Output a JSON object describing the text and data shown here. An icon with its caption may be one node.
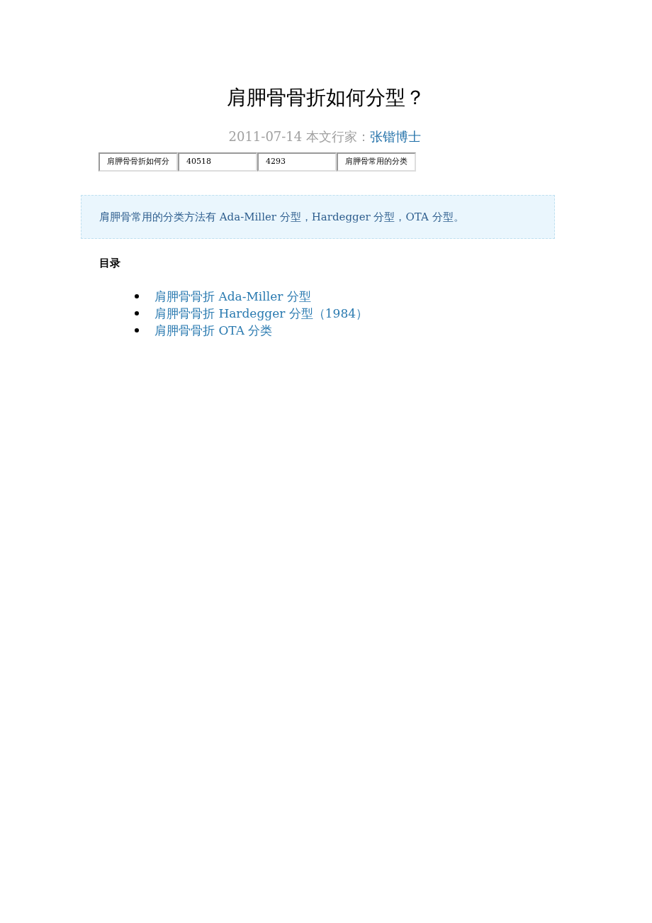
{
  "diagram": {
    "title": "肩胛骨骨折如何分型？",
    "nodes": [
      {
        "text": [
          "肩胛骨骨折如何分"
        ]
      },
      {
        "text": [
          "40518"
        ]
      },
      {
        "text": [
          "4293"
        ]
      },
      {
        "text": [
          "肩胛骨常用的分类"
        ]
      },
      {
        "text": [
          "肩胛骨常用的分类方法有 Ada-Miller 分型，Hardegger 分型，OTA 分型。"
        ]
      }
    ],
    "labels": [
      "2011-07-14 本文行家：",
      "张锴博士",
      "目录",
      "肩胛骨骨折 Ada-Miller 分型",
      "肩胛骨骨折 Hardegger 分型（1984）",
      "肩胛骨骨折 OTA 分类"
    ]
  }
}
